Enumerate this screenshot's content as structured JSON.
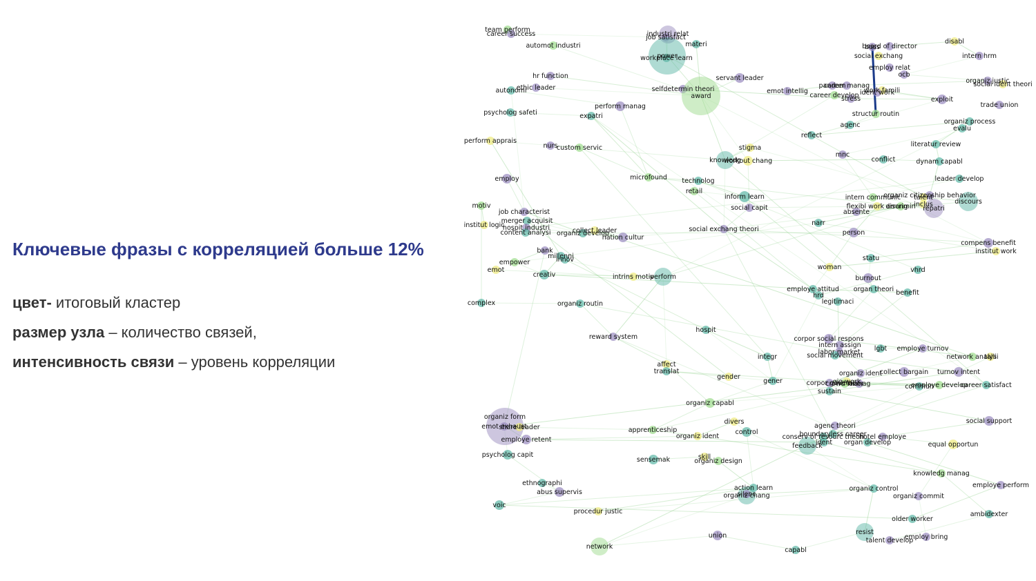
{
  "slide": {
    "title": "Ключевые фразы с корреляцией больше 12%",
    "legend": [
      {
        "term": "цвет-",
        "desc": " итоговый кластер"
      },
      {
        "term": "размер узла",
        "desc": " – количество связей,"
      },
      {
        "term": "интенсивность связи",
        "desc": " – уровень корреляции"
      }
    ]
  },
  "network": {
    "colors": {
      "purple": "#9b8dc0",
      "teal": "#5fb8a7",
      "green": "#9fdc8f",
      "yellow": "#eeea7e",
      "edge": "#8fd08a",
      "strong_edge": "#1a3a8a"
    },
    "nodes": [
      {
        "label": "team perform",
        "c": "green"
      },
      {
        "label": "career success",
        "c": "purple"
      },
      {
        "label": "automot industri",
        "c": "green"
      },
      {
        "label": "industri relat",
        "c": "purple"
      },
      {
        "label": "job satisfact",
        "c": "purple"
      },
      {
        "label": "materi",
        "c": "teal"
      },
      {
        "label": "power",
        "c": "teal"
      },
      {
        "label": "workplace learn",
        "c": "teal"
      },
      {
        "label": "hr function",
        "c": "purple"
      },
      {
        "label": "ethic leader",
        "c": "purple"
      },
      {
        "label": "autonomi",
        "c": "teal"
      },
      {
        "label": "servant leader",
        "c": "purple"
      },
      {
        "label": "selfdetermin theori",
        "c": "purple"
      },
      {
        "label": "award",
        "c": "green"
      },
      {
        "label": "psycholog safeti",
        "c": "teal"
      },
      {
        "label": "perform manag",
        "c": "purple"
      },
      {
        "label": "expatri",
        "c": "teal"
      },
      {
        "label": "perform apprais",
        "c": "yellow"
      },
      {
        "label": "nurs",
        "c": "purple"
      },
      {
        "label": "custom servic",
        "c": "green"
      },
      {
        "label": "stigma",
        "c": "yellow"
      },
      {
        "label": "knowledg",
        "c": "teal"
      },
      {
        "label": "workout chang",
        "c": "yellow"
      },
      {
        "label": "employ",
        "c": "purple"
      },
      {
        "label": "microfound",
        "c": "green"
      },
      {
        "label": "technolog",
        "c": "teal"
      },
      {
        "label": "retail",
        "c": "green"
      },
      {
        "label": "inform learn",
        "c": "teal"
      },
      {
        "label": "social capit",
        "c": "purple"
      },
      {
        "label": "motiv",
        "c": "green"
      },
      {
        "label": "job characterist",
        "c": "purple"
      },
      {
        "label": "merger acquisit",
        "c": "teal"
      },
      {
        "label": "institut logic",
        "c": "yellow"
      },
      {
        "label": "hospit industri",
        "c": "purple"
      },
      {
        "label": "content analysi",
        "c": "teal"
      },
      {
        "label": "organiz develop",
        "c": "teal"
      },
      {
        "label": "collect leader",
        "c": "yellow"
      },
      {
        "label": "nation cultur",
        "c": "purple"
      },
      {
        "label": "social exchang theori",
        "c": "purple"
      },
      {
        "label": "bank",
        "c": "purple"
      },
      {
        "label": "millenni",
        "c": "teal"
      },
      {
        "label": "innov",
        "c": "teal"
      },
      {
        "label": "empower",
        "c": "green"
      },
      {
        "label": "emot",
        "c": "yellow"
      },
      {
        "label": "creativ",
        "c": "teal"
      },
      {
        "label": "intrins motiv",
        "c": "yellow"
      },
      {
        "label": "perform",
        "c": "teal"
      },
      {
        "label": "complex",
        "c": "teal"
      },
      {
        "label": "organiz routin",
        "c": "teal"
      },
      {
        "label": "reward system",
        "c": "purple"
      },
      {
        "label": "hospit",
        "c": "teal"
      },
      {
        "label": "affect",
        "c": "yellow"
      },
      {
        "label": "translat",
        "c": "teal"
      },
      {
        "label": "integr",
        "c": "teal"
      },
      {
        "label": "gender",
        "c": "yellow"
      },
      {
        "label": "gener",
        "c": "teal"
      },
      {
        "label": "organiz capabl",
        "c": "green"
      },
      {
        "label": "organiz form",
        "c": "purple"
      },
      {
        "label": "emot exhaust",
        "c": "purple"
      },
      {
        "label": "share leader",
        "c": "yellow"
      },
      {
        "label": "employe retent",
        "c": "purple"
      },
      {
        "label": "psycholog capit",
        "c": "teal"
      },
      {
        "label": "apprenticeship",
        "c": "green"
      },
      {
        "label": "organiz ident",
        "c": "yellow"
      },
      {
        "label": "divers",
        "c": "yellow"
      },
      {
        "label": "control",
        "c": "teal"
      },
      {
        "label": "sensemak",
        "c": "teal"
      },
      {
        "label": "skill",
        "c": "yellow"
      },
      {
        "label": "organiz design",
        "c": "green"
      },
      {
        "label": "ethnographi",
        "c": "teal"
      },
      {
        "label": "abus supervis",
        "c": "purple"
      },
      {
        "label": "voic",
        "c": "teal"
      },
      {
        "label": "procedur justic",
        "c": "yellow"
      },
      {
        "label": "action learn",
        "c": "teal"
      },
      {
        "label": "organiz chang",
        "c": "teal"
      },
      {
        "label": "silenc",
        "c": "purple"
      },
      {
        "label": "network",
        "c": "green"
      },
      {
        "label": "union",
        "c": "purple"
      },
      {
        "label": "capabl",
        "c": "teal"
      },
      {
        "label": "board of director",
        "c": "purple"
      },
      {
        "label": "boss",
        "c": "purple"
      },
      {
        "label": "disabl",
        "c": "yellow"
      },
      {
        "label": "social exchang",
        "c": "yellow"
      },
      {
        "label": "intern hrm",
        "c": "purple"
      },
      {
        "label": "employ relat",
        "c": "purple"
      },
      {
        "label": "ocb",
        "c": "purple"
      },
      {
        "label": "organiz justic",
        "c": "purple"
      },
      {
        "label": "social ident theori",
        "c": "yellow"
      },
      {
        "label": "career manag",
        "c": "purple"
      },
      {
        "label": "pandem",
        "c": "purple"
      },
      {
        "label": "emot intellig",
        "c": "purple"
      },
      {
        "label": "career develop",
        "c": "green"
      },
      {
        "label": "stress",
        "c": "purple"
      },
      {
        "label": "work famili",
        "c": "yellow"
      },
      {
        "label": "ident work",
        "c": "purple"
      },
      {
        "label": "exploit",
        "c": "purple"
      },
      {
        "label": "trade union",
        "c": "purple"
      },
      {
        "label": "structur routin",
        "c": "green"
      },
      {
        "label": "agenc",
        "c": "teal"
      },
      {
        "label": "reflect",
        "c": "teal"
      },
      {
        "label": "organiz process",
        "c": "teal"
      },
      {
        "label": "evalu",
        "c": "teal"
      },
      {
        "label": "mnc",
        "c": "purple"
      },
      {
        "label": "conflict",
        "c": "teal"
      },
      {
        "label": "literatur review",
        "c": "teal"
      },
      {
        "label": "dynam capabl",
        "c": "teal"
      },
      {
        "label": "leader develop",
        "c": "teal"
      },
      {
        "label": "intern communic",
        "c": "green"
      },
      {
        "label": "organiz citizenship behavior",
        "c": "purple"
      },
      {
        "label": "talent",
        "c": "yellow"
      },
      {
        "label": "inclus",
        "c": "yellow"
      },
      {
        "label": "repatri",
        "c": "purple"
      },
      {
        "label": "discours",
        "c": "teal"
      },
      {
        "label": "flexibl work arrang",
        "c": "yellow"
      },
      {
        "label": "discrimin",
        "c": "green"
      },
      {
        "label": "absente",
        "c": "purple"
      },
      {
        "label": "narr",
        "c": "teal"
      },
      {
        "label": "person",
        "c": "purple"
      },
      {
        "label": "compens benefit",
        "c": "purple"
      },
      {
        "label": "institut work",
        "c": "yellow"
      },
      {
        "label": "statu",
        "c": "teal"
      },
      {
        "label": "woman",
        "c": "yellow"
      },
      {
        "label": "vhrd",
        "c": "teal"
      },
      {
        "label": "burnout",
        "c": "purple"
      },
      {
        "label": "employe attitud",
        "c": "teal"
      },
      {
        "label": "hrd",
        "c": "teal"
      },
      {
        "label": "organ theori",
        "c": "teal"
      },
      {
        "label": "benefit",
        "c": "teal"
      },
      {
        "label": "legitimaci",
        "c": "teal"
      },
      {
        "label": "corpor social respons",
        "c": "purple"
      },
      {
        "label": "intern assign",
        "c": "purple"
      },
      {
        "label": "lgbt",
        "c": "teal"
      },
      {
        "label": "labor market",
        "c": "purple"
      },
      {
        "label": "social movement",
        "c": "teal"
      },
      {
        "label": "employe turnov",
        "c": "purple"
      },
      {
        "label": "network analysi",
        "c": "green"
      },
      {
        "label": "talli",
        "c": "yellow"
      },
      {
        "label": "organiz ident",
        "c": "purple"
      },
      {
        "label": "collect bargain",
        "c": "purple"
      },
      {
        "label": "turnov intent",
        "c": "purple"
      },
      {
        "label": "corpor govern",
        "c": "purple"
      },
      {
        "label": "gig work",
        "c": "yellow"
      },
      {
        "label": "crowd labor",
        "c": "green"
      },
      {
        "label": "manag",
        "c": "purple"
      },
      {
        "label": "sustain",
        "c": "teal"
      },
      {
        "label": "commun",
        "c": "teal"
      },
      {
        "label": "employe develop",
        "c": "green"
      },
      {
        "label": "career satisfact",
        "c": "teal"
      },
      {
        "label": "social support",
        "c": "purple"
      },
      {
        "label": "agenc theori",
        "c": "purple"
      },
      {
        "label": "boundaryless career",
        "c": "teal"
      },
      {
        "label": "conserv of resourc theori",
        "c": "teal"
      },
      {
        "label": "hotel employe",
        "c": "purple"
      },
      {
        "label": "ident",
        "c": "teal"
      },
      {
        "label": "organ develop",
        "c": "teal"
      },
      {
        "label": "feedback",
        "c": "teal"
      },
      {
        "label": "equal opportun",
        "c": "yellow"
      },
      {
        "label": "knowledg manag",
        "c": "green"
      },
      {
        "label": "employe perform",
        "c": "purple"
      },
      {
        "label": "organiz control",
        "c": "teal"
      },
      {
        "label": "organiz commit",
        "c": "purple"
      },
      {
        "label": "ambidexter",
        "c": "teal"
      },
      {
        "label": "older worker",
        "c": "teal"
      },
      {
        "label": "resist",
        "c": "teal"
      },
      {
        "label": "employ bring",
        "c": "purple"
      },
      {
        "label": "talent develop",
        "c": "purple"
      }
    ]
  }
}
